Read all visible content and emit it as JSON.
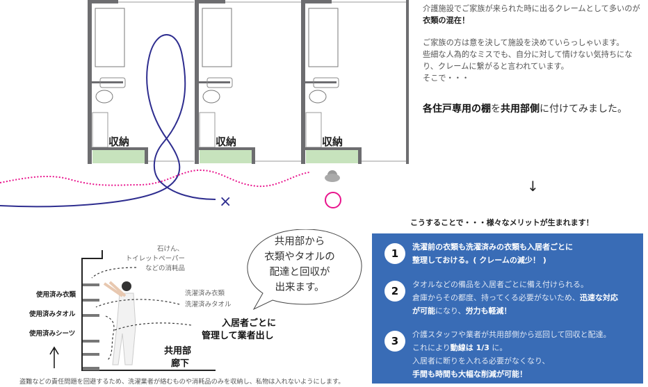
{
  "floorplan": {
    "storage_label": "収納",
    "bad_marker": "×",
    "good_marker": "○"
  },
  "intro": {
    "p1_a": "介護施設でご家族が来られた時に出るクレームとして多いのが",
    "p1_bold": "衣類の混在！",
    "p2_l1": "ご家族の方は意を決して施設を決めていらっしゃいます。",
    "p2_l2": "些細な人為的なミスでも、自分に対して情けない気持ちになり、クレームに繋がると言われています。",
    "p2_l3": "そこで・・・",
    "headline_b1": "各住戸専用の棚",
    "headline_t1": "を",
    "headline_b2": "共用部側",
    "headline_t2": "に付けてみました。"
  },
  "arrow": "↓",
  "merits": {
    "heading": "こうすることで・・・様々なメリットが生まれます！",
    "items": [
      {
        "num": "1",
        "l1": "洗濯前の衣類も洗濯済みの衣類も入居者ごとに",
        "l2": "整理しておける。( クレームの減少！ )"
      },
      {
        "num": "2",
        "l1": "タオルなどの備品を入居者ごとに備え付けられる。",
        "l2a": "倉庫からその都度、持ってくる必要がないため、",
        "l2b": "迅速な対応",
        "l3a": "が可能",
        "l3b": "になり、",
        "l3c": "労力も軽減！"
      },
      {
        "num": "3",
        "l1": "介護スタッフや業者が共用部側から巡回して回収と配達。",
        "l2a": "これにより",
        "l2b": "動線は 1/3",
        "l2c": " に。",
        "l3": "入居者に断りを入れる必要がなくなり、",
        "l4": "手間も時間も大幅な削減が可能！"
      }
    ]
  },
  "shelf": {
    "consumables_l1": "石けん、",
    "consumables_l2": "トイレットペーパー",
    "consumables_l3": "などの消耗品",
    "washed_l1": "洗濯済み衣類",
    "washed_l2": "洗濯済みタオル",
    "used_clothes": "使用済み衣類",
    "used_towels": "使用済みタオル",
    "used_sheets": "使用済みシーツ",
    "manage_l1": "入居者ごとに",
    "manage_l2": "管理して業者出し",
    "corridor_l1": "共用部",
    "corridor_l2": "廊下",
    "bubble_l1": "共用部から",
    "bubble_l2": "衣類やタオルの",
    "bubble_l3": "配達と回収が",
    "bubble_l4": "出来ます。",
    "footnote": "盗難などの責任問題を回避するため、洗濯業者が絡むものや消耗品のみを収納し、私物は入れないようにします。"
  },
  "colors": {
    "wall": "#6d6d70",
    "storage": "#c7e3bd",
    "route_bad": "#2e2d8f",
    "route_good": "#e8138c",
    "merit_bg": "#396cb6"
  }
}
